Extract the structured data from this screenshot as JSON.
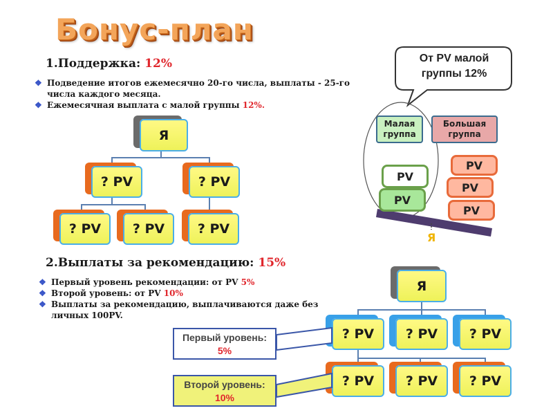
{
  "title": "Бонус-план",
  "section1": {
    "label": "1.Поддержка: ",
    "percent": "12%",
    "bullets": [
      {
        "text": "Подведение итогов ежемесячно 20-го числа, выплаты - 25-го числа каждого месяца.",
        "accent": ""
      },
      {
        "text": "Ежемесячная выплата с малой группы ",
        "accent": "12%."
      }
    ]
  },
  "tree1": {
    "root": "Я",
    "level1": [
      "? PV",
      "? PV"
    ],
    "level2": [
      "? PV",
      "? PV",
      "? PV"
    ]
  },
  "right_panel": {
    "bubble": "От PV малой группы 12%",
    "small_group": "Малая группа",
    "big_group": "Большая группа",
    "small_stack": [
      "PV",
      "PV"
    ],
    "big_stack": [
      "PV",
      "PV",
      "PV"
    ],
    "me": "Я"
  },
  "section2": {
    "label": "2.Выплаты за рекомендацию: ",
    "percent": "15%",
    "bullets": [
      {
        "text": "Первый уровень рекомендации: от PV ",
        "accent": "5%"
      },
      {
        "text": "Второй уровень: от PV ",
        "accent": "10%"
      },
      {
        "text": "Выплаты за рекомендацию, выплачиваются даже без личных 100PV.",
        "accent": ""
      }
    ]
  },
  "tree2": {
    "root": "Я",
    "level1": [
      "? PV",
      "? PV",
      "? PV"
    ],
    "level2": [
      "? PV",
      "? PV",
      "? PV"
    ]
  },
  "callouts": {
    "first_label": "Первый уровень: ",
    "first_value": "5%",
    "second_label": "Второй уровень: ",
    "second_value": "10%"
  },
  "colors": {
    "accent_red": "#e0262c",
    "title_orange": "#f3a55a",
    "node_yellow": "#fff985",
    "node_border_blue": "#4aaee8",
    "shadow_orange": "#e86a1e"
  }
}
